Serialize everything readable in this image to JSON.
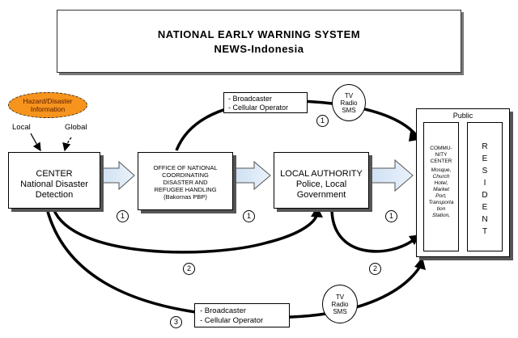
{
  "title": {
    "line1": "NATIONAL EARLY WARNING SYSTEM",
    "line2": "NEWS-Indonesia"
  },
  "hazard": {
    "line1": "Hazard/Disaster",
    "line2": "Information",
    "color": "#f7941d"
  },
  "inputs": {
    "local": "Local",
    "global": "Global"
  },
  "center": {
    "line1": "CENTER",
    "line2": "National Disaster",
    "line3": "Detection"
  },
  "bakornas": {
    "line1": "OFFICE OF NATIONAL",
    "line2": "COORDINATING",
    "line3": "DISASTER AND",
    "line4": "REFUGEE HANDLING",
    "line5": "(Bakornas PBP)"
  },
  "local_authority": {
    "line1": "LOCAL AUTHORITY",
    "line2": "Police, Local",
    "line3": "Government"
  },
  "public": {
    "label": "Public",
    "community": {
      "l1": "COMMU-",
      "l2": "NITY",
      "l3": "CENTER",
      "l4": "Mosque,",
      "l5": "Church",
      "l6": "Hotel,",
      "l7": "Market",
      "l8": "Port,",
      "l9": "Transporta",
      "l10": "tion",
      "l11": "Station,"
    },
    "resident": [
      "R",
      "E",
      "S",
      "I",
      "D",
      "E",
      "N",
      "T"
    ]
  },
  "channels_top": {
    "line1": "- Broadcaster",
    "line2": "- Cellular Operator"
  },
  "media_top": {
    "l1": "TV",
    "l2": "Radio",
    "l3": "SMS"
  },
  "channels_bottom": {
    "line1": "- Broadcaster",
    "line2": "- Cellular Operator"
  },
  "media_bottom": {
    "l1": "TV",
    "l2": "Radio",
    "l3": "SMS"
  },
  "markers": {
    "top": "1",
    "arrow_a": "1",
    "arrow_b": "1",
    "arrow_c": "1",
    "path2_left": "2",
    "path2_right": "2",
    "path3": "3"
  }
}
